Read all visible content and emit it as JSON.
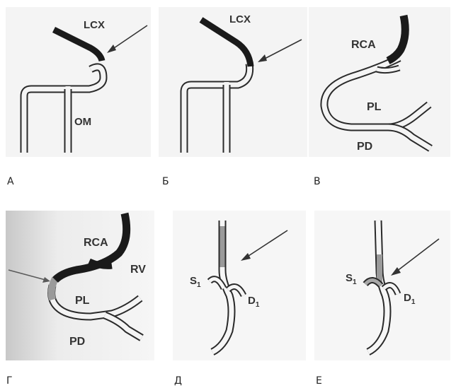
{
  "panels": [
    {
      "id": "A",
      "caption": "А",
      "labels": {
        "lcx": "LCX",
        "om": "OM"
      }
    },
    {
      "id": "B",
      "caption": "Б",
      "labels": {
        "lcx": "LCX"
      }
    },
    {
      "id": "V",
      "caption": "В",
      "labels": {
        "rca": "RCA",
        "pl": "PL",
        "pd": "PD"
      }
    },
    {
      "id": "G",
      "caption": "Г",
      "labels": {
        "rca": "RCA",
        "rv": "RV",
        "pl": "PL",
        "pd": "PD"
      }
    },
    {
      "id": "D",
      "caption": "Д",
      "labels": {
        "s": "S",
        "s_sub": "1",
        "d": "D",
        "d_sub": "1"
      }
    },
    {
      "id": "E",
      "caption": "Е",
      "labels": {
        "s": "S",
        "s_sub": "1",
        "d": "D",
        "d_sub": "1"
      }
    }
  ],
  "colors": {
    "vessel_dark": "#1a1a1a",
    "vessel_outline": "#2a2a2a",
    "stenosis_gray": "#9a9a9a",
    "arrow": "#333333",
    "label": "#333333"
  }
}
